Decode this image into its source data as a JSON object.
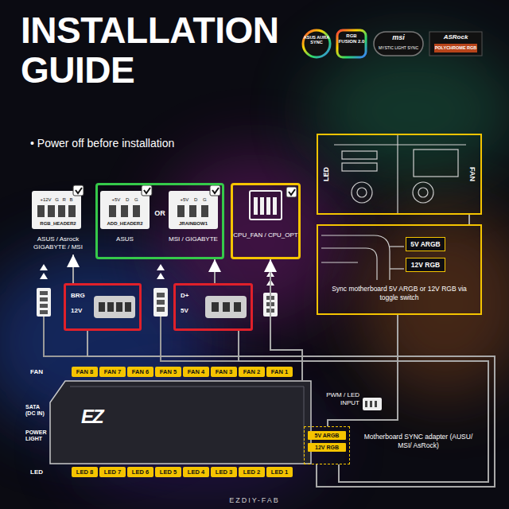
{
  "diagram": {
    "title": "INSTALLATION GUIDE",
    "nodes": [
      {
        "text": [
          "RGB_HEADER2",
          "ASUS / Asrock GIGABYTE / MSI"
        ]
      },
      {
        "text": [
          "OR"
        ]
      },
      {
        "text": [
          "ADD_HEADER2",
          "ASUS"
        ],
        "in": 1
      },
      {
        "text": [
          "JRAINBOW1",
          "MSI / GIGABYTE"
        ],
        "in": 1
      },
      {
        "text": [
          "CPU_FAN / CPU_OPT"
        ]
      },
      {
        "text": [
          "BRG",
          "12V"
        ]
      },
      {
        "text": [
          "D+",
          "5V"
        ]
      },
      {
        "text": [
          "LED",
          "FAN"
        ]
      },
      {
        "text": [
          "5V ARGB",
          "12V RGB",
          "Sync motherboard 5V ARGB or 12V RGB via toggle switch"
        ]
      },
      {
        "text": [
          "EZ"
        ]
      },
      {
        "text": [
          "FAN 8"
        ]
      },
      {
        "text": [
          "FAN 7"
        ]
      },
      {
        "text": [
          "FAN 6"
        ]
      },
      {
        "text": [
          "FAN 5"
        ]
      },
      {
        "text": [
          "FAN 4"
        ]
      },
      {
        "text": [
          "FAN 3"
        ]
      },
      {
        "text": [
          "FAN 2"
        ]
      },
      {
        "text": [
          "FAN 1"
        ]
      },
      {
        "text": [
          "LED 8"
        ]
      },
      {
        "text": [
          "LED 7"
        ]
      },
      {
        "text": [
          "LED 6"
        ]
      },
      {
        "text": [
          "LED 5"
        ]
      },
      {
        "text": [
          "LED 4"
        ]
      },
      {
        "text": [
          "LED 3"
        ]
      },
      {
        "text": [
          "LED 2"
        ]
      },
      {
        "text": [
          "LED 1"
        ]
      },
      {
        "text": [
          "5V ARGB",
          "12V RGB"
        ]
      }
    ],
    "edges": [
      {
        "from": 5,
        "to": 0,
        "arrow": "to"
      },
      {
        "from": 6,
        "to": 1,
        "arrow": "to"
      },
      {
        "from": 9,
        "to": 4,
        "arrow": "to"
      },
      {
        "from": 5,
        "to": 26,
        "arrow": "none"
      },
      {
        "from": 6,
        "to": 26,
        "arrow": "none"
      },
      {
        "from": 8,
        "to": 26,
        "arrow": "none"
      },
      {
        "from": 7,
        "to": 8,
        "arrow": "none"
      }
    ],
    "labels": [
      "• Power off before installation",
      "ASUS AURA SYNC",
      "RGB FUSION 2.0",
      "msi",
      "MYSTIC LIGHT SYNC",
      "ASRock",
      "POLYCHROME RGB",
      "+12V G R B",
      "+5V D G",
      "+5V D G",
      "FAN",
      "SATA (DC IN)",
      "POWER LIGHT",
      "LED",
      "PWM / LED INPUT",
      "Motherboard SYNC adapter (AUSU/ MSI/ AsRock)",
      "EZDIY-FAB"
    ]
  }
}
